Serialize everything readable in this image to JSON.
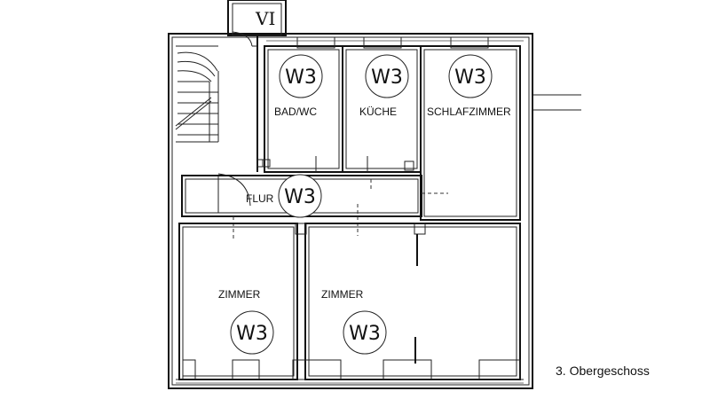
{
  "plan": {
    "floor_label": "3. Obergeschoss",
    "stair_marker": "VI",
    "unit_badge": "W3",
    "rooms": [
      {
        "id": "bad",
        "label": "BAD/WC"
      },
      {
        "id": "kueche",
        "label": "KÜCHE"
      },
      {
        "id": "schlaf",
        "label": "SCHLAFZIMMER"
      },
      {
        "id": "flur",
        "label": "FLUR"
      },
      {
        "id": "zimmer1",
        "label": "ZIMMER"
      },
      {
        "id": "zimmer2",
        "label": "ZIMMER"
      }
    ]
  }
}
